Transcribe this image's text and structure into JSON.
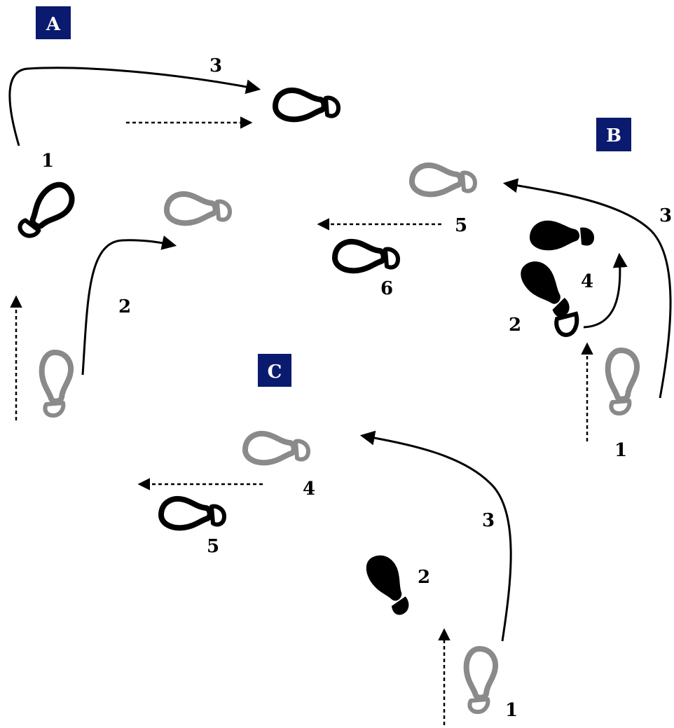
{
  "colors": {
    "panel_bg": "#0a1a6e",
    "panel_text": "#ffffff",
    "active_foot": "#000000",
    "inactive_foot": "#8a8a8a",
    "arrow": "#000000",
    "text": "#000000"
  },
  "diagrams": [
    {
      "id": "A",
      "label": "A",
      "steps": [
        "1",
        "2",
        "3"
      ]
    },
    {
      "id": "B",
      "label": "B",
      "steps": [
        "1",
        "2",
        "3",
        "4",
        "5",
        "6"
      ]
    },
    {
      "id": "C",
      "label": "C",
      "steps": [
        "1",
        "2",
        "3",
        "4",
        "5"
      ]
    }
  ]
}
